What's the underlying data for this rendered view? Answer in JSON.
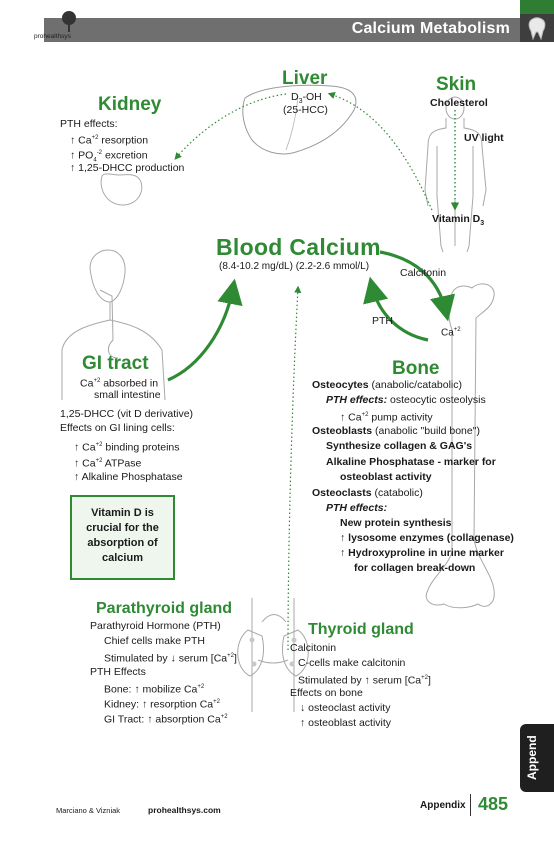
{
  "header": {
    "title": "Calcium Metabolism",
    "logo_text": "prohealthsys",
    "accent_color": "#2e7d32"
  },
  "liver": {
    "title": "Liver",
    "line1": "D",
    "line1_sub": "3",
    "line1_rest": "-OH",
    "line2": "(25-HCC)"
  },
  "skin": {
    "title": "Skin",
    "cholesterol": "Cholesterol",
    "uv": "UV light",
    "vitd": "Vitamin D",
    "vitd_sub": "3"
  },
  "kidney": {
    "title": "Kidney",
    "effects_label": "PTH effects:",
    "items": [
      {
        "arrow": "↑",
        "a": "Ca",
        "sup": "+2",
        "b": " resorption",
        "sub": "",
        "c": ""
      },
      {
        "arrow": "↑",
        "a": "PO",
        "sub": "4",
        "sup": "-2",
        "b": " excretion",
        "c": ""
      },
      {
        "arrow": "↑",
        "a": "1,25-DHCC production",
        "sub": "",
        "sup": "",
        "b": "",
        "c": ""
      }
    ]
  },
  "blood": {
    "title": "Blood Calcium",
    "range": "(8.4-10.2 mg/dL) (2.2-2.6 mmol/L)",
    "calcitonin": "Calcitonin",
    "pth": "PTH",
    "ca": "Ca",
    "ca_sup": "+2"
  },
  "gi": {
    "title": "GI tract",
    "line1": "Ca",
    "line1_sup": "+2",
    "line1_rest": " absorbed in",
    "line2": "small intestine",
    "line3": "1,25-DHCC (vit D derivative)",
    "line4": "Effects on GI lining cells:",
    "items": [
      {
        "arrow": "↑",
        "a": "Ca",
        "sup": "+2",
        "b": " binding proteins"
      },
      {
        "arrow": "↑",
        "a": "Ca",
        "sup": "+2",
        "b": " ATPase"
      },
      {
        "arrow": "↑",
        "a": "Alkaline Phosphatase",
        "sup": "",
        "b": ""
      }
    ]
  },
  "vitd_box": {
    "text": "Vitamin D is crucial for the absorption of calcium"
  },
  "bone": {
    "title": "Bone",
    "osteocytes": "Osteocytes",
    "osteocytes_rest": " (anabolic/catabolic)",
    "pth_effects": "PTH effects:",
    "osteolysis": " osteocytic osteolysis",
    "pump_arrow": "↑",
    "pump_a": " Ca",
    "pump_sup": "+2",
    "pump_b": " pump activity",
    "osteoblasts": "Osteoblasts",
    "osteoblasts_rest": " (anabolic \"build bone\")",
    "synth": "Synthesize collagen & GAG's",
    "alk1": "Alkaline Phosphatase - marker for",
    "alk2": "osteoblast activity",
    "osteoclasts": "Osteoclasts",
    "osteoclasts_rest": " (catabolic)",
    "pth_effects2": "PTH effects:",
    "protein": "New protein synthesis",
    "lys_arrow": "↑",
    "lys": " lysosome enzymes (collagenase)",
    "hyd_arrow": "↑",
    "hyd": " Hydroxyproline in urine marker",
    "hyd2": "for collagen break-down"
  },
  "parathyroid": {
    "title": "Parathyroid gland",
    "line1": "Parathyroid Hormone (PTH)",
    "line2": "Chief cells make PTH",
    "line3a": "Stimulated by ",
    "line3arrow": "↓",
    "line3b": " serum [Ca",
    "line3sup": "+2",
    "line3c": "]",
    "effects": "PTH Effects",
    "bone_a": "Bone: ",
    "bone_arrow": "↑",
    "bone_b": " mobilize Ca",
    "bone_sup": "+2",
    "kid_a": "Kidney: ",
    "kid_arrow": "↑",
    "kid_b": " resorption Ca",
    "kid_sup": "+2",
    "gi_a": "GI Tract: ",
    "gi_arrow": "↑",
    "gi_b": " absorption Ca",
    "gi_sup": "+2"
  },
  "thyroid": {
    "title": "Thyroid gland",
    "line1": "Calcitonin",
    "line2": "C-cells make calcitonin",
    "line3a": "Stimulated by ",
    "line3arrow": "↑",
    "line3b": " serum [Ca",
    "line3sup": "+2",
    "line3c": "]",
    "effects": "Effects on bone",
    "e1arrow": "↓",
    "e1": " osteoclast activity",
    "e2arrow": "↑",
    "e2": " osteoblast activity"
  },
  "footer": {
    "authors": "Marciano & Vizniak",
    "website": "prohealthsys.com",
    "section": "Appendix",
    "page": "485",
    "side_tab": "Append"
  }
}
